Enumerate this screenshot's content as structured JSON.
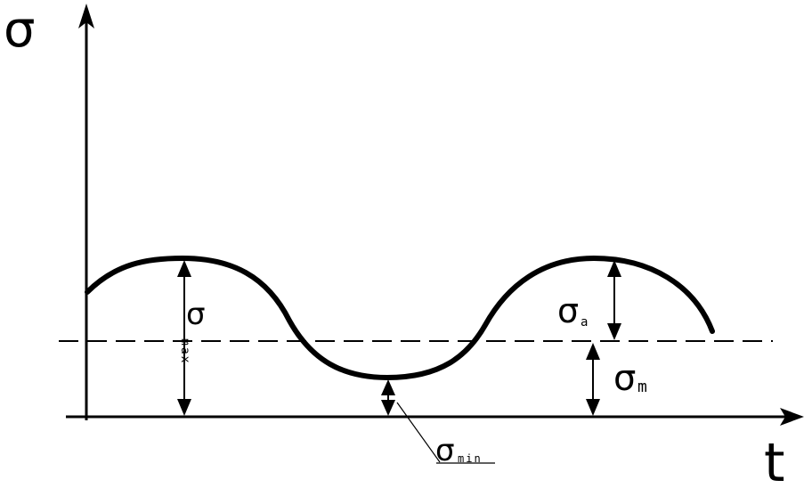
{
  "axes": {
    "y_label": "σ",
    "x_label": "t"
  },
  "labels": {
    "sigma_max": {
      "symbol": "σ",
      "subscript": "max"
    },
    "sigma_a": {
      "symbol": "σ",
      "subscript": "a"
    },
    "sigma_m": {
      "symbol": "σ",
      "subscript": "m"
    },
    "sigma_min": {
      "symbol": "σ",
      "subscript": "min"
    }
  },
  "colors": {
    "ink": "#000000",
    "background": "#ffffff"
  }
}
